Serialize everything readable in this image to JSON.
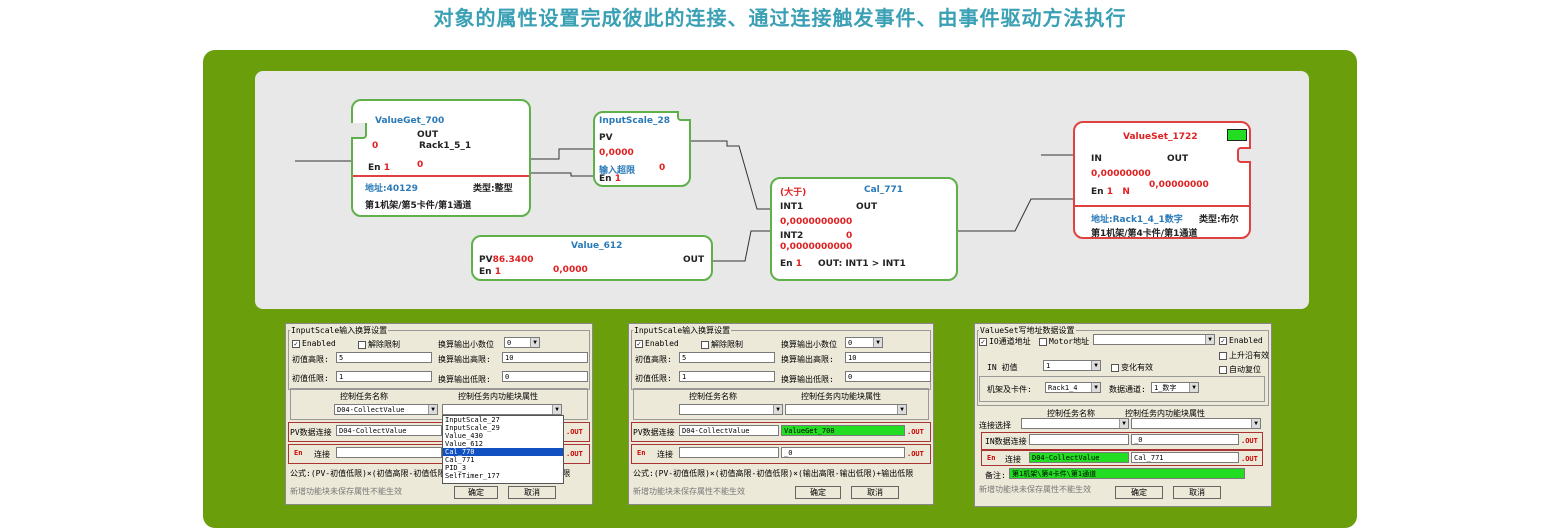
{
  "title": "对象的属性设置完成彼此的连接、通过连接触发事件、由事件驱动方法执行",
  "colors": {
    "accent": "#3aa0b4",
    "panel": "#6a9e0a",
    "node_border": "#5fb04a",
    "error": "#e02020",
    "fill_green": "#22dd22"
  },
  "nodes": {
    "value_get": {
      "title": "ValueGet_700",
      "out": "OUT",
      "rack": "Rack1_5_1",
      "v0": "0",
      "en": "En",
      "en_val": "1",
      "val": "0",
      "addr": "地址:40129",
      "type": "类型:整型",
      "path": "第1机架/第5卡件/第1通道"
    },
    "input_scale": {
      "title": "InputScale_28",
      "pv": "PV",
      "pv_val": "0,0000",
      "over": "输入超限",
      "over_val": "0",
      "en": "En",
      "en_val": "1"
    },
    "value_612": {
      "title": "Value_612",
      "pv": "PV",
      "pv_val": "86.3400",
      "out": "OUT",
      "en": "En",
      "en_val": "1",
      "val": "0,0000"
    },
    "cal": {
      "op": "(大于)",
      "title": "Cal_771",
      "int1": "INT1",
      "out": "OUT",
      "int1_val": "0,0000000000",
      "int2": "INT2",
      "int2_val": "0,0000000000",
      "int2_flag": "0",
      "en": "En",
      "en_val": "1",
      "expr": "OUT: INT1 > INT1"
    },
    "value_set": {
      "title": "ValueSet_1722",
      "in": "IN",
      "out": "OUT",
      "in_val": "0,00000000",
      "out_val": "0,00000000",
      "en": "En",
      "en_val": "1",
      "n": "N",
      "addr": "地址:Rack1_4_1数字",
      "type": "类型:布尔",
      "path": "第1机架/第4卡件/第1通道"
    }
  },
  "dlg1": {
    "group": "InputScale输入换算设置",
    "enabled": "Enabled",
    "remove_limit": "解除限制",
    "out_decimals": "换算输出小数位",
    "out_decimals_val": "0",
    "init_high": "初值高限:",
    "init_high_val": "5",
    "out_high": "换算输出高限:",
    "out_high_val": "10",
    "init_low": "初值低限:",
    "init_low_val": "1",
    "out_low": "换算输出低限:",
    "out_low_val": "0",
    "task_name": "控制任务名称",
    "task_attr": "控制任务内功能块属性",
    "task_val": "D04-CollectValue",
    "pv_conn": "PV数据连接",
    "pv_conn_val": "D04-CollectValue",
    "out": ".OUT",
    "en": "En",
    "conn": "连接",
    "list": [
      "InputScale_27",
      "InputScale_29",
      "Value_430",
      "Value_612",
      "Cal_770",
      "Cal_771",
      "PID_3",
      "SelfTimer_177"
    ],
    "list_selected": "Cal_770",
    "formula": "公式:(PV-初值低限)×(初值高限-初值低限)×(输出高限-输出低限)+输出低限",
    "note": "新增功能块未保存属性不能生效",
    "ok": "确定",
    "cancel": "取消"
  },
  "dlg2": {
    "group": "InputScale输入换算设置",
    "enabled": "Enabled",
    "remove_limit": "解除限制",
    "out_decimals": "换算输出小数位",
    "out_decimals_val": "0",
    "init_high": "初值高限:",
    "init_high_val": "5",
    "out_high": "换算输出高限:",
    "out_high_val": "10",
    "init_low": "初值低限:",
    "init_low_val": "1",
    "out_low": "换算输出低限:",
    "out_low_val": "0",
    "task_name": "控制任务名称",
    "task_attr": "控制任务内功能块属性",
    "pv_conn": "PV数据连接",
    "pv_conn_val": "D04-CollectValue",
    "pv_attr_val": "ValueGet_700",
    "out": ".OUT",
    "en": "En",
    "conn": "连接",
    "en_val": "_0",
    "formula": "公式:(PV-初值低限)×(初值高限-初值低限)×(输出高限-输出低限)+输出低限",
    "note": "新增功能块未保存属性不能生效",
    "ok": "确定",
    "cancel": "取消"
  },
  "dlg3": {
    "group": "ValueSet写地址数据设置",
    "io_addr": "IO通道地址",
    "motor_addr": "Motor地址",
    "enabled": "Enabled",
    "rising": "上升沿有效",
    "auto_reset": "自动复位",
    "io_init": "IN 初值",
    "io_init_val": "1",
    "change_valid": "变化有效",
    "rack_card": "机架及卡件:",
    "rack_card_val": "Rack1_4",
    "data_ch": "数据通道:",
    "data_ch_val": "1_数字",
    "conn_sel": "连接选择",
    "task_name": "控制任务名称",
    "task_attr": "控制任务内功能块属性",
    "in_conn": "IN数据连接",
    "in_conn_val": "_0",
    "out": ".OUT",
    "en": "En",
    "conn": "连接",
    "en_conn_val": "D04-CollectValue",
    "en_attr_val": "Cal_771",
    "remark": "备注:",
    "remark_val": "第1机架\\第4卡件\\第1通道",
    "note": "新增功能块未保存属性不能生效",
    "ok": "确定",
    "cancel": "取消"
  }
}
